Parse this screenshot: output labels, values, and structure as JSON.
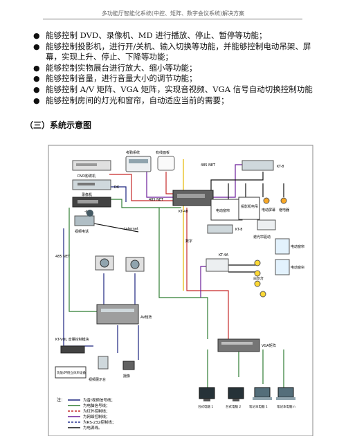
{
  "header": {
    "title": "多功能厅智能化系统(中控、矩阵、数字会议系统)解决方案"
  },
  "bullets": [
    "能够控制 DVD、录像机、MD 进行播放、停止、暂停等功能；",
    "能够控制投影机，进行开/关机、输入切换等功能，并能够控制电动吊架、屏幕，实现上升、停止、下降等功能；",
    "能够控制实物展台进行放大、缩小等功能；",
    "能够控制音量，进行音量大小的调节功能；",
    "能够控制 A/V 矩阵、VGA 矩阵，实现音视频、VGA 信号自动切换控制功能",
    "能够控制房间的灯光和窗帘，自动适应当前的需要；"
  ],
  "section_title": "（三）系统示意图",
  "diagram": {
    "labels": {
      "dvd": "DVD影碟机",
      "vcr": "录像机",
      "tuner": "卡座",
      "attendance": "考勤系统",
      "wireless_panel": "有线面板",
      "dk": "DK",
      "net485_1": "485 NET",
      "net485_2": "485 NET",
      "net485_3": "485 NET",
      "kt_main": "KT-48",
      "video_phone": "视频电话",
      "internet": "Internet",
      "kt_top": "KT-8",
      "curtain": "电动窗帘",
      "hoist": "投影机电吊",
      "screen": "电动屏幕",
      "relay": "继电器",
      "kt_mid": "KT-8",
      "mic_shade": "遮光帘驱动",
      "kt_light": "KT-4A",
      "light_a": "电动窗帘",
      "light_b": "电动窗帘",
      "lamps": "白炽灯",
      "rs232": "数字",
      "av_matrix": "AV矩阵",
      "audio_mod": "KT-VOL 音量控制模块",
      "surround": "功放/环绕立体声设备",
      "doc_camera": "视频展示台",
      "camera": "摄像",
      "vga_matrix": "VGA矩阵",
      "pc1": "台式电脑 1",
      "pc2": "台式电脑 2",
      "laptop1": "笔记本电脑 1",
      "laptop2": "笔记本电脑 n"
    },
    "legend_title": "注：",
    "legend": [
      {
        "label": "为音/视频信号线；",
        "color": "#1a237e"
      },
      {
        "label": "为电脑信号线；",
        "color": "#2e7d32"
      },
      {
        "label": "为红外控制线；",
        "color": "#c62828"
      },
      {
        "label": "为网络控制线；",
        "color": "#6a1b9a"
      },
      {
        "label": "为RS-232控制线；",
        "color": "#283593"
      },
      {
        "label": "为电源线。",
        "color": "#111111"
      }
    ]
  }
}
